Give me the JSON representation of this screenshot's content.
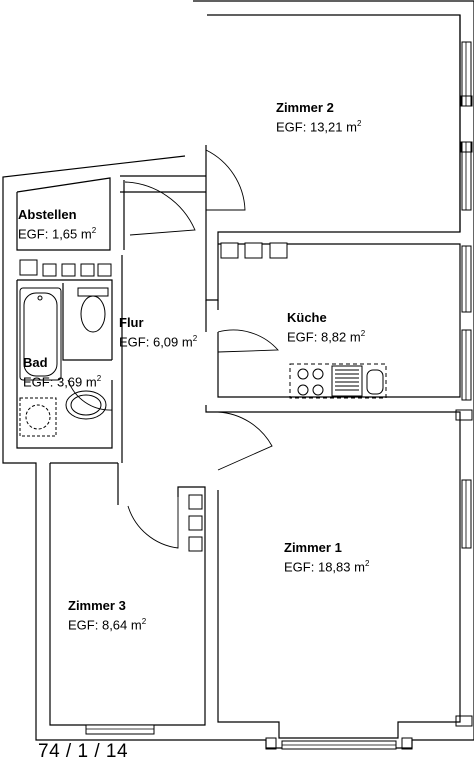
{
  "plan_id": "74 / 1 / 14",
  "rooms": {
    "zimmer2": {
      "name": "Zimmer 2",
      "area_label": "EGF:",
      "area": "13,21 m",
      "unit_sup": "2"
    },
    "abstellen": {
      "name": "Abstellen",
      "area_label": "EGF:",
      "area": "1,65 m",
      "unit_sup": "2"
    },
    "flur": {
      "name": "Flur",
      "area_label": "EGF:",
      "area": "6,09 m",
      "unit_sup": "2"
    },
    "kueche": {
      "name": "Küche",
      "area_label": "EGF:",
      "area": "8,82 m",
      "unit_sup": "2"
    },
    "bad": {
      "name": "Bad",
      "area_label": "EGF:",
      "area": "3,69 m",
      "unit_sup": "2"
    },
    "zimmer1": {
      "name": "Zimmer 1",
      "area_label": "EGF:",
      "area": "18,83 m",
      "unit_sup": "2"
    },
    "zimmer3": {
      "name": "Zimmer 3",
      "area_label": "EGF:",
      "area": "8,64 m",
      "unit_sup": "2"
    }
  }
}
